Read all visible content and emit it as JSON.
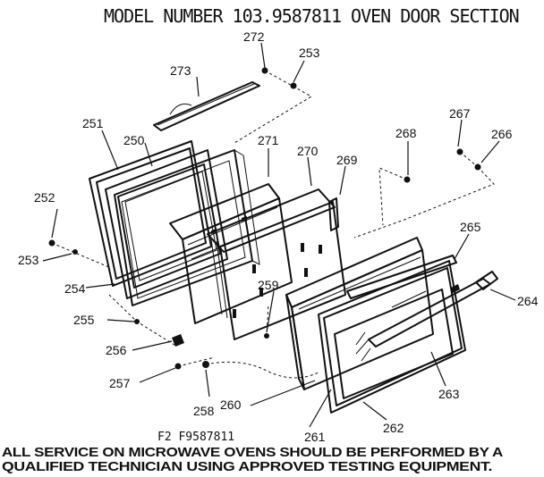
{
  "title": "MODEL NUMBER 103.9587811 OVEN DOOR SECTION",
  "diagram_code": "F2 F9587811",
  "footer_line1": "ALL SERVICE ON MICROWAVE OVENS SHOULD BE PERFORMED BY A",
  "footer_line2": "QUALIFIED TECHNICIAN USING APPROVED TESTING EQUIPMENT.",
  "parts": {
    "p250": "250",
    "p251": "251",
    "p252": "252",
    "p253a": "253",
    "p253b": "253",
    "p254": "254",
    "p255": "255",
    "p256": "256",
    "p257": "257",
    "p258": "258",
    "p259": "259",
    "p260": "260",
    "p261": "261",
    "p262": "262",
    "p263": "263",
    "p264": "264",
    "p265": "265",
    "p266": "266",
    "p267": "267",
    "p268": "268",
    "p269": "269",
    "p270": "270",
    "p271": "271",
    "p272": "272",
    "p273": "273"
  }
}
